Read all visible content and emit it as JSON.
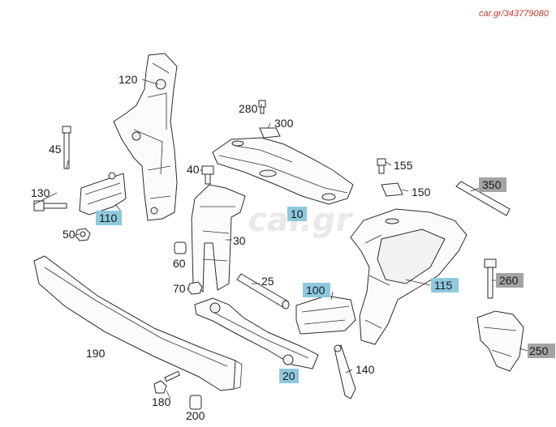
{
  "watermark": {
    "source_text": "car.gr/343779080",
    "logo_text": "car.gr"
  },
  "colors": {
    "highlight_blue": "#8ec9de",
    "highlight_gray": "#a3a3a3"
  },
  "callouts": {
    "c10": "10",
    "c20": "20",
    "c25": "25",
    "c30": "30",
    "c40": "40",
    "c45": "45",
    "c50": "50",
    "c60": "60",
    "c70": "70",
    "c100": "100",
    "c110": "110",
    "c115": "115",
    "c120": "120",
    "c130": "130",
    "c140": "140",
    "c150": "150",
    "c155": "155",
    "c180": "180",
    "c190": "190",
    "c200": "200",
    "c250": "250",
    "c260": "260",
    "c280": "280",
    "c300": "300",
    "c350": "350"
  }
}
